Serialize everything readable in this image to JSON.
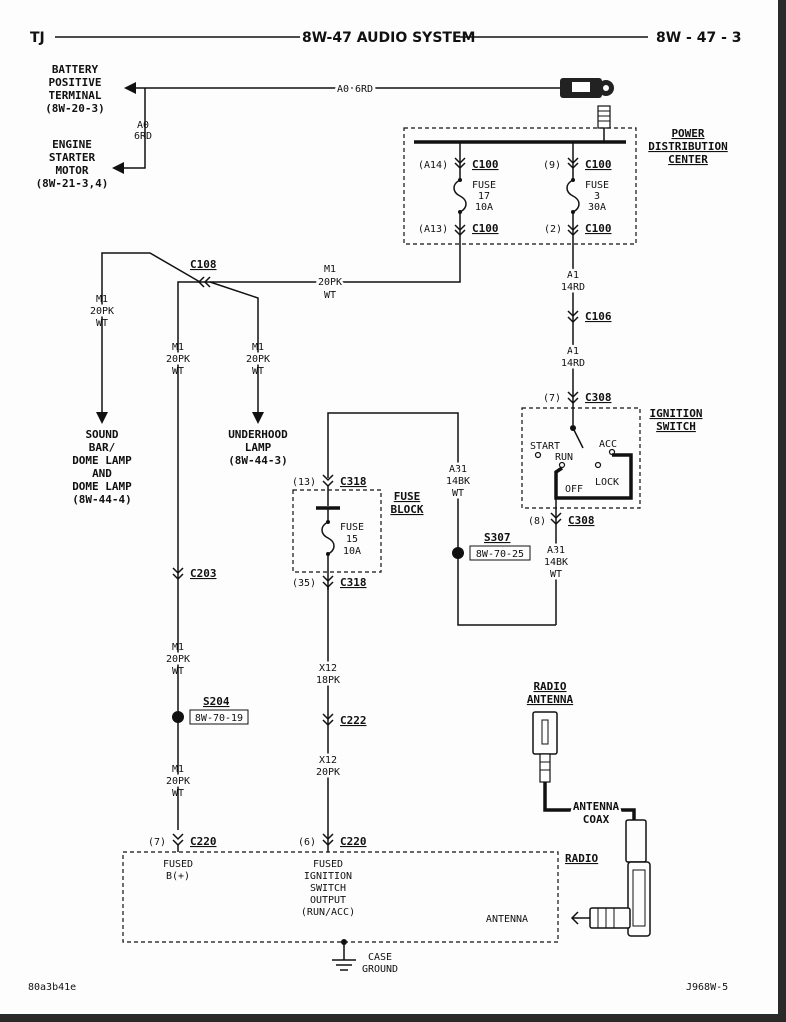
{
  "header": {
    "left": "TJ",
    "center": "8W-47 AUDIO SYSTEM",
    "right": "8W - 47 - 3"
  },
  "footer": {
    "left": "80a3b41e",
    "right": "J968W-5"
  },
  "battery": {
    "lines": [
      "BATTERY",
      "POSITIVE",
      "TERMINAL",
      "(8W-20-3)"
    ],
    "wire": "A0  6RD"
  },
  "starter": {
    "lines": [
      "ENGINE",
      "STARTER",
      "MOTOR",
      "(8W-21-3,4)"
    ],
    "wire": [
      "A0",
      "6RD"
    ]
  },
  "pdc": {
    "lines": [
      "POWER",
      "DISTRIBUTION",
      "CENTER"
    ],
    "fuse17": {
      "top_pin": "(A14)",
      "top_conn": "C100",
      "label": [
        "FUSE",
        "17",
        "10A"
      ],
      "bot_pin": "(A13)",
      "bot_conn": "C100"
    },
    "fuse3": {
      "top_pin": "(9)",
      "top_conn": "C100",
      "label": [
        "FUSE",
        "3",
        "30A"
      ],
      "bot_pin": "(2)",
      "bot_conn": "C100"
    }
  },
  "wires": {
    "m1_top": [
      "M1",
      "20PK",
      "WT"
    ],
    "m1_left": [
      "M1",
      "20PK",
      "WT"
    ],
    "m1_mid": [
      "M1",
      "20PK",
      "WT"
    ],
    "m1_under": [
      "M1",
      "20PK",
      "WT"
    ],
    "m1_lower": [
      "M1",
      "20PK",
      "WT"
    ],
    "m1_bottom": [
      "M1",
      "20PK",
      "WT"
    ],
    "a1_upper": [
      "A1",
      "14RD"
    ],
    "a1_lower": [
      "A1",
      "14RD"
    ],
    "a31_upper": [
      "A31",
      "14BK",
      "WT"
    ],
    "a31_lower": [
      "A31",
      "14BK",
      "WT"
    ],
    "x12_upper": [
      "X12",
      "18PK"
    ],
    "x12_lower": [
      "X12",
      "20PK"
    ]
  },
  "connectors": {
    "c108": "C108",
    "c106": "C106",
    "c203": "C203",
    "c222": "C222",
    "c308_top": {
      "pin": "(7)",
      "name": "C308"
    },
    "c308_bot": {
      "pin": "(8)",
      "name": "C308"
    },
    "c318_top": {
      "pin": "(13)",
      "name": "C318"
    },
    "c318_bot": {
      "pin": "(35)",
      "name": "C318"
    },
    "c220_left": {
      "pin": "(7)",
      "name": "C220"
    },
    "c220_right": {
      "pin": "(6)",
      "name": "C220"
    }
  },
  "splices": {
    "s204": {
      "name": "S204",
      "ref": "8W-70-19"
    },
    "s307": {
      "name": "S307",
      "ref": "8W-70-25"
    }
  },
  "loads": {
    "sound_bar": [
      "SOUND",
      "BAR/",
      "DOME LAMP",
      "AND",
      "DOME LAMP",
      "(8W-44-4)"
    ],
    "underhood": [
      "UNDERHOOD",
      "LAMP",
      "(8W-44-3)"
    ]
  },
  "ignition_switch": {
    "title": [
      "IGNITION",
      "SWITCH"
    ],
    "positions": {
      "start": "START",
      "run": "RUN",
      "acc": "ACC",
      "off": "OFF",
      "lock": "LOCK"
    }
  },
  "fuse_block": {
    "title": [
      "FUSE",
      "BLOCK"
    ],
    "label": [
      "FUSE",
      "15",
      "10A"
    ]
  },
  "radio_antenna": {
    "title": [
      "RADIO",
      "ANTENNA"
    ],
    "coax": [
      "ANTENNA",
      "COAX"
    ]
  },
  "radio": {
    "title": "RADIO",
    "fused_b": [
      "FUSED",
      "B(+)"
    ],
    "fused_ign": [
      "FUSED",
      "IGNITION",
      "SWITCH",
      "OUTPUT",
      "(RUN/ACC)"
    ],
    "antenna": "ANTENNA"
  },
  "ground": [
    "CASE",
    "GROUND"
  ]
}
